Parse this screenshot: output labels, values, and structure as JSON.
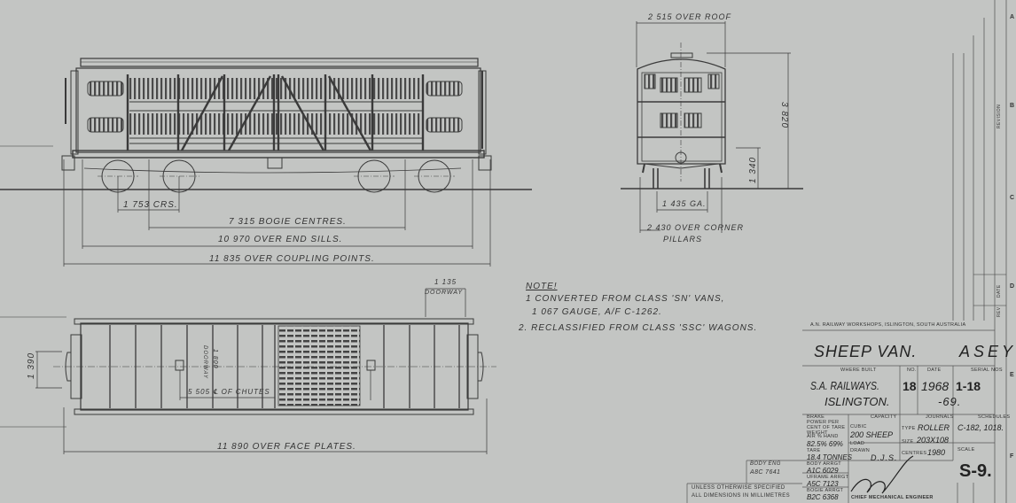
{
  "side_view": {
    "dims": {
      "bogie_wheelbase": "1 753 Crs.",
      "bogie_centres": "7 315 Bogie Centres.",
      "over_end_sills": "10 970 Over End Sills.",
      "over_coupling_points": "11 835 Over Coupling Points."
    }
  },
  "end_view": {
    "dims": {
      "over_roof": "2 515 Over Roof",
      "height": "3 820",
      "floor_height": "1 340",
      "gauge": "1 435 Ga.",
      "over_corner_pillars_1": "2 430 Over Corner",
      "over_corner_pillars_2": "Pillars"
    }
  },
  "plan_view": {
    "dims": {
      "doorway_top": "1 135",
      "doorway_top_label": "Doorway",
      "end_width": "1 390",
      "doorway_side": "1 800",
      "doorway_side_label": "Doorway",
      "chutes": "5 505 ℄ of Chutes",
      "over_face_plates": "11 890 Over Face Plates."
    }
  },
  "notes": {
    "heading": "Note!",
    "items": [
      "1 Converted from Class 'SN' Vans,",
      "1 067 Gauge, A/F C-1262.",
      "2. Reclassified from Class 'SSC' Wagons."
    ]
  },
  "border": {
    "zones": [
      "A",
      "B",
      "C",
      "D",
      "E",
      "F"
    ],
    "revision_label": "Revision",
    "date_label": "Date",
    "rev_label": "Rev"
  },
  "title_block": {
    "workshop": "A.N. Railway Workshops, Islington, South Australia",
    "title": "Sheep Van.",
    "class_code": "ASEY",
    "where_built_label": "Where Built",
    "no_label": "No.",
    "date_label": "Date",
    "serial_label": "Serial Nos",
    "where_built_1": "S.A. Railways.",
    "where_built_2": "Islington.",
    "number": "18",
    "date_1": "1968",
    "date_2": "-69.",
    "serial": "1-18",
    "brake_power_label": "Brake Power per cent of tare weight",
    "capacity_label": "Capacity",
    "journals_label": "Journals",
    "schedules_label": "Schedules",
    "cubic_label": "Cubic",
    "capacity_value": "200 Sheep",
    "load_label": "Load",
    "air_hand_label": "Air % Hand",
    "air_hand_value": "82.5% 69%",
    "type_label": "Type",
    "type_value": "Roller",
    "size_label": "Size",
    "size_value": "203x108",
    "schedules_value": "C-182, 1018.",
    "tare_label": "Tare",
    "tare_value": "18.4 tonnes",
    "drawn_label": "Drawn",
    "drawn_value": "D.J.S.",
    "centres_label": "Centres",
    "centres_value": "1980",
    "scale_label": "Scale",
    "body_arrgt_label": "Body Arrgt",
    "body_arrgt_value": "A1C 6029",
    "uframe_arrgt_label": "Uframe Arrgt",
    "uframe_arrgt_value": "A5C 7123",
    "bogie_arrgt_label": "Bogie Arrgt",
    "bogie_arrgt_value": "B2C 6368",
    "body_eng_label": "Body Eng",
    "body_eng_value": "A8C 7641",
    "signature_title": "Chief Mechanical Engineer",
    "drawing_number": "S-9.",
    "dimension_note_1": "Unless otherwise specified",
    "dimension_note_2": "All dimensions in millimetres"
  }
}
